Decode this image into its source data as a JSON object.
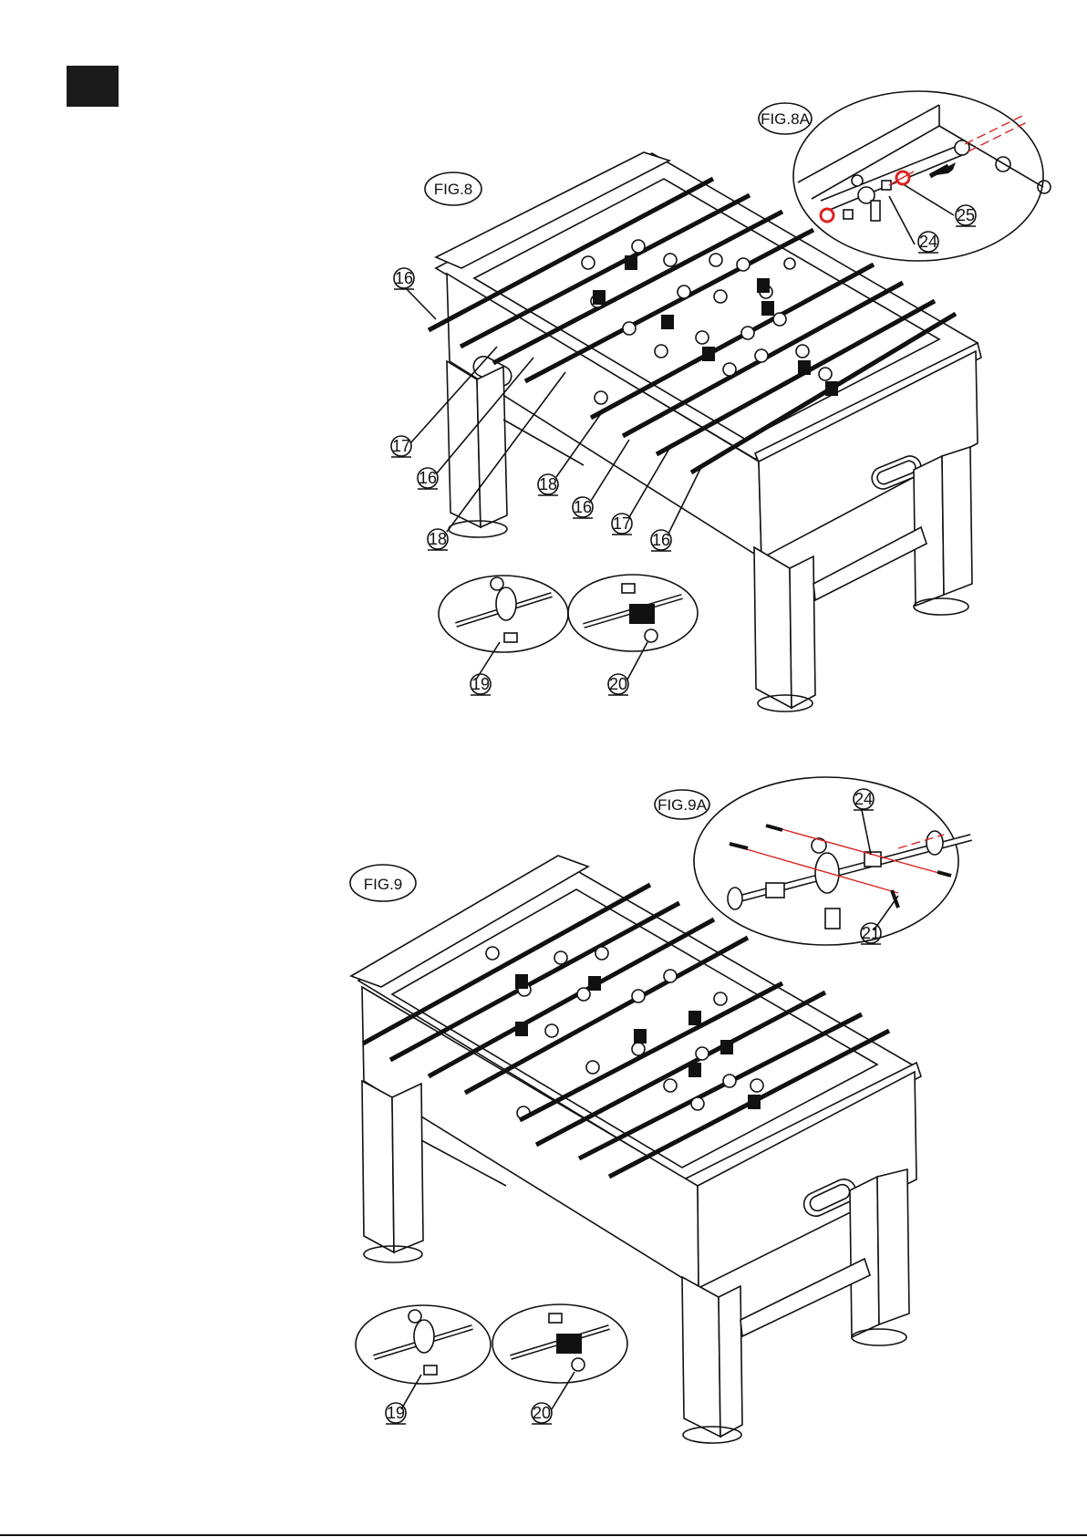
{
  "figures": {
    "fig8": "FIG.8",
    "fig8a": "FIG.8A",
    "fig9": "FIG.9",
    "fig9a": "FIG.9A"
  },
  "callouts_fig8": [
    "16",
    "17",
    "16",
    "18",
    "18",
    "16",
    "17",
    "16"
  ],
  "callouts_fig8a": [
    "24",
    "25"
  ],
  "callouts_fig8_details": [
    "19",
    "20"
  ],
  "callouts_fig9a": [
    "24",
    "21"
  ],
  "callouts_fig9_details": [
    "19",
    "20"
  ],
  "colors": {
    "line": "#111111",
    "accent_red": "#dd2222",
    "step_box": "#1a1a1a"
  }
}
